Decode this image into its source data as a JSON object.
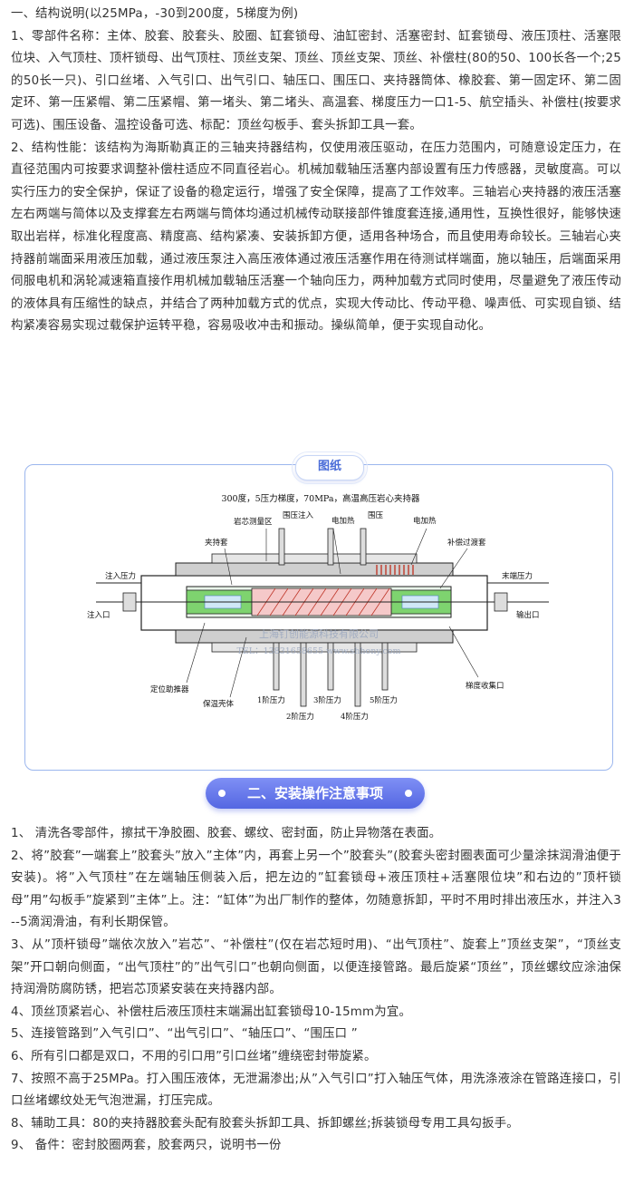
{
  "section1": {
    "heading": "一、结构说明(以25MPa，-30到200度，5梯度为例)",
    "p1": "1、零部件名称：主体、胶套、胶套头、胶圈、缸套锁母、油缸密封、活塞密封、缸套锁母、液压顶柱、活塞限位块、入气顶柱、顶杆锁母、出气顶柱、顶丝支架、顶丝、顶丝支架、顶丝、补偿柱(80的50、100长各一个;25的50长一只)、引口丝堵、入气引口、出气引口、轴压口、围压口、夹持器筒体、橡胶套、第一固定环、第二固定环、第一压紧帽、第二压紧帽、第一堵头、第二堵头、高温套、梯度压力一口1-5、航空插头、补偿柱(按要求可选)、围压设备、温控设备可选、标配：顶丝勾板手、套头拆卸工具一套。",
    "p2": "2、结构性能：该结构为海斯勒真正的三轴夹持器结构，仅使用液压驱动，在压力范围内，可随意设定压力，在直径范围内可按要求调整补偿柱适应不同直径岩心。机械加载轴压活塞内部设置有压力传感器，灵敏度高。可以实行压力的安全保护，保证了设备的稳定运行，增强了安全保障，提高了工作效率。三轴岩心夹持器的液压活塞左右两端与简体以及支撑套左右两端与筒体均通过机械传动联接部件锥度套连接,通用性，互换性很好，能够快速取出岩样，标准化程度高、精度高、结构紧凑、安装拆卸方便，适用各种场合，而且使用寿命较长。三轴岩心夹持器前端面采用液压加载，通过液压泵注入高压液体通过液压活塞作用在待测试样端面，施以轴压，后端面采用伺服电机和涡轮减速箱直接作用机械加载轴压活塞一个轴向压力，两种加载方式同时使用，尽量避免了液压传动的液体具有压缩性的缺点，并结合了两种加载方式的优点，实现大传动比、传动平稳、噪声低、可实现自锁、结构紧凑容易实现过载保护运转平稳，容易吸收冲击和振动。操纵简单，便于实现自动化。"
  },
  "figure": {
    "pill": "图纸",
    "drawing_title": "300度，5压力梯度，70MPa，高温高压岩心夹持器",
    "labels": {
      "core_zone": "岩芯测量区",
      "confining_inject": "围压注入",
      "electric_heat": "电加热",
      "confining": "围压",
      "electric_heat2": "电加热",
      "holder_sleeve": "夹持套",
      "comp_sleeve": "补偿过渡套",
      "inject_pressure": "注入压力",
      "end_pressure": "末端压力",
      "inlet": "注入口",
      "outlet": "输出口",
      "positioner": "定位助推器",
      "insulation": "保温壳体",
      "gradient_collector": "梯度收集口",
      "p1": "1阶压力",
      "p2": "2阶压力",
      "p3": "3阶压力",
      "p4": "4阶压力",
      "p5": "5阶压力"
    },
    "watermark_company": "上海钉创能源科技有限公司",
    "watermark_contact": "TEL：13831658655  www.shhony.com"
  },
  "section2": {
    "banner": "二、安装操作注意事项",
    "items": [
      "1、 清洗各零部件，擦拭干净胶圈、胶套、螺纹、密封面，防止异物落在表面。",
      "2、将”胶套”一端套上”胶套头”放入”主体”内，再套上另一个”胶套头”(胶套头密封圈表面可少量涂抹润滑油便于安装)。将”入气顶柱”在左端轴压侧装入后，把左边的”缸套锁母+液压顶柱+活塞限位块”和右边的”顶杆锁母”用”勾板手”旋紧到”主体”上。注：“缸体”为出厂制作的整体，勿随意拆卸，平时不用时排出液压水，并注入3--5滴润滑油，有利长期保管。",
      "3、从”顶杆锁母”端依次放入”岩芯”、“补偿柱”(仅在岩芯短时用)、“出气顶柱”、旋套上”顶丝支架”，“顶丝支架”开口朝向侧面，“出气顶柱”的”出气引口”也朝向侧面，以便连接管路。最后旋紧“顶丝”，顶丝螺纹应涂油保持润滑防腐防锈，把岩芯顶紧安装在夹持器内部。",
      "4、顶丝顶紧岩心、补偿柱后液压顶柱末端漏出缸套锁母10-15mm为宜。",
      "5、连接管路到”入气引口”、“出气引口”、“轴压口”、“围压口 ”",
      "6、所有引口都是双口，不用的引口用”引口丝堵”缠绕密封带旋紧。",
      "7、按照不高于25MPa。打入围压液体，无泄漏渗出;从”入气引口”打入轴压气体，用洗涤液涂在管路连接口，引口丝堵螺纹处无气泡泄漏，打压完成。",
      "8、辅助工具：80的夹持器胶套头配有胶套头拆卸工具、拆卸螺丝;拆装锁母专用工具勾扳手。",
      "9、 备件：密封胶圈两套，胶套两只，说明书一份"
    ]
  }
}
